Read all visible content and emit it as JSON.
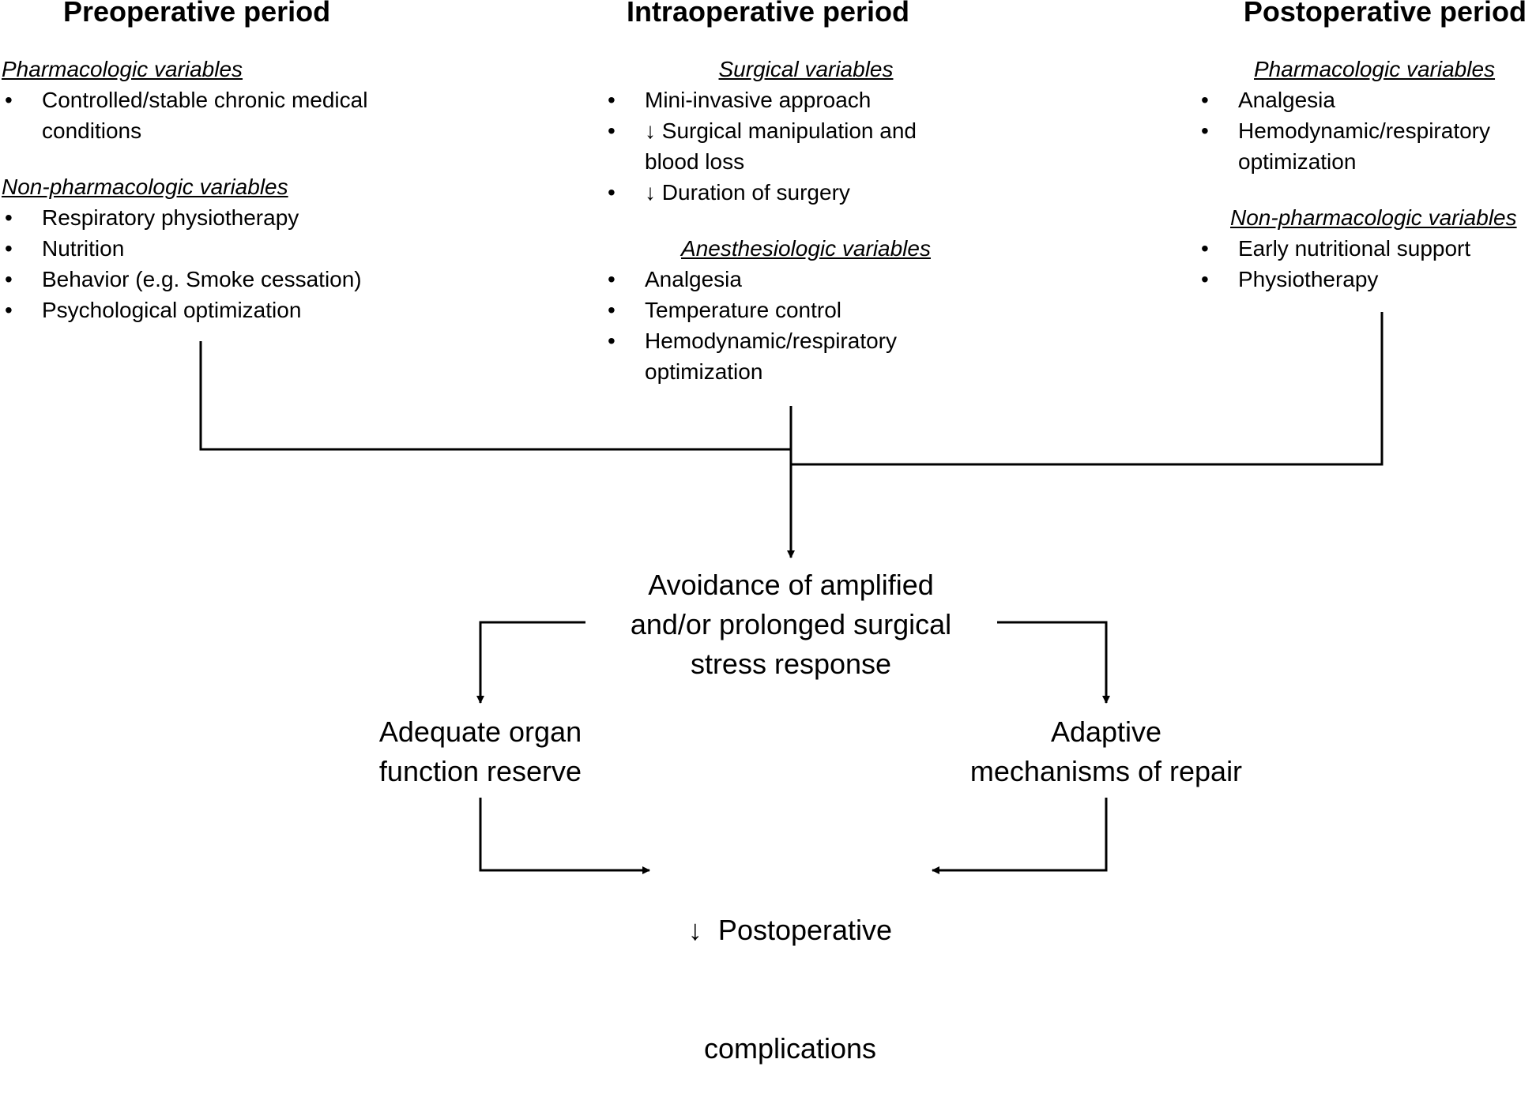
{
  "periods": {
    "pre": {
      "title": "Preoperative period",
      "groups": [
        {
          "label": "Pharmacologic variables",
          "items": [
            "Controlled/stable chronic medical conditions"
          ]
        },
        {
          "label": "Non-pharmacologic variables",
          "items": [
            "Respiratory physiotherapy",
            "Nutrition",
            "Behavior (e.g. Smoke cessation)",
            "Psychological optimization"
          ]
        }
      ]
    },
    "intra": {
      "title": "Intraoperative period",
      "groups": [
        {
          "label": "Surgical variables",
          "items": [
            "Mini-invasive approach",
            "↓ Surgical manipulation and blood loss",
            "↓ Duration of surgery"
          ]
        },
        {
          "label": "Anesthesiologic variables",
          "items": [
            "Analgesia",
            "Temperature control",
            "Hemodynamic/respiratory optimization"
          ]
        }
      ]
    },
    "post": {
      "title": "Postoperative period",
      "groups": [
        {
          "label": "Pharmacologic variables",
          "items": [
            "Analgesia",
            "Hemodynamic/respiratory optimization"
          ]
        },
        {
          "label": "Non-pharmacologic variables",
          "items": [
            "Early nutritional support",
            "Physiotherapy"
          ]
        }
      ]
    }
  },
  "nodes": {
    "avoidance": [
      "Avoidance of amplified",
      "and/or prolonged surgical",
      "stress response"
    ],
    "organ": [
      "Adequate organ",
      "function reserve"
    ],
    "repair": [
      "Adaptive",
      "mechanisms of repair"
    ],
    "outcome": [
      "↓  Postoperative",
      "complications"
    ]
  }
}
